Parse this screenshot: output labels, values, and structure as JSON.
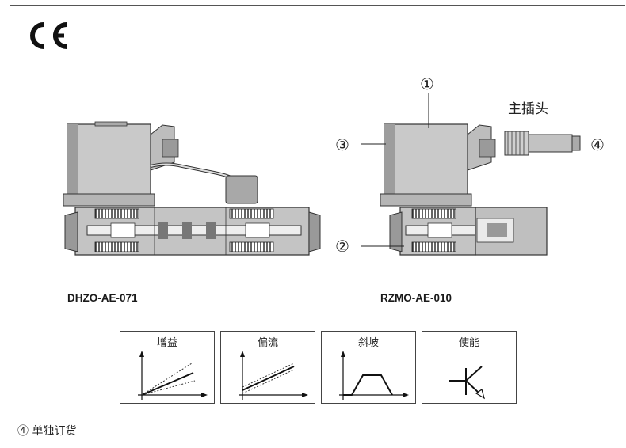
{
  "logo": {
    "text": "CE"
  },
  "callouts": {
    "c1": "①",
    "c2": "②",
    "c3": "③",
    "c4": "④"
  },
  "connector_label": "主插头",
  "models": {
    "left": "DHZO-AE-071",
    "right": "RZMO-AE-010"
  },
  "function_boxes": [
    {
      "title": "增益",
      "icon": "gain-graph-icon"
    },
    {
      "title": "偏流",
      "icon": "bias-graph-icon"
    },
    {
      "title": "斜坡",
      "icon": "ramp-graph-icon"
    },
    {
      "title": "使能",
      "icon": "enable-symbol-icon"
    }
  ],
  "footnote": "④ 单独订货"
}
